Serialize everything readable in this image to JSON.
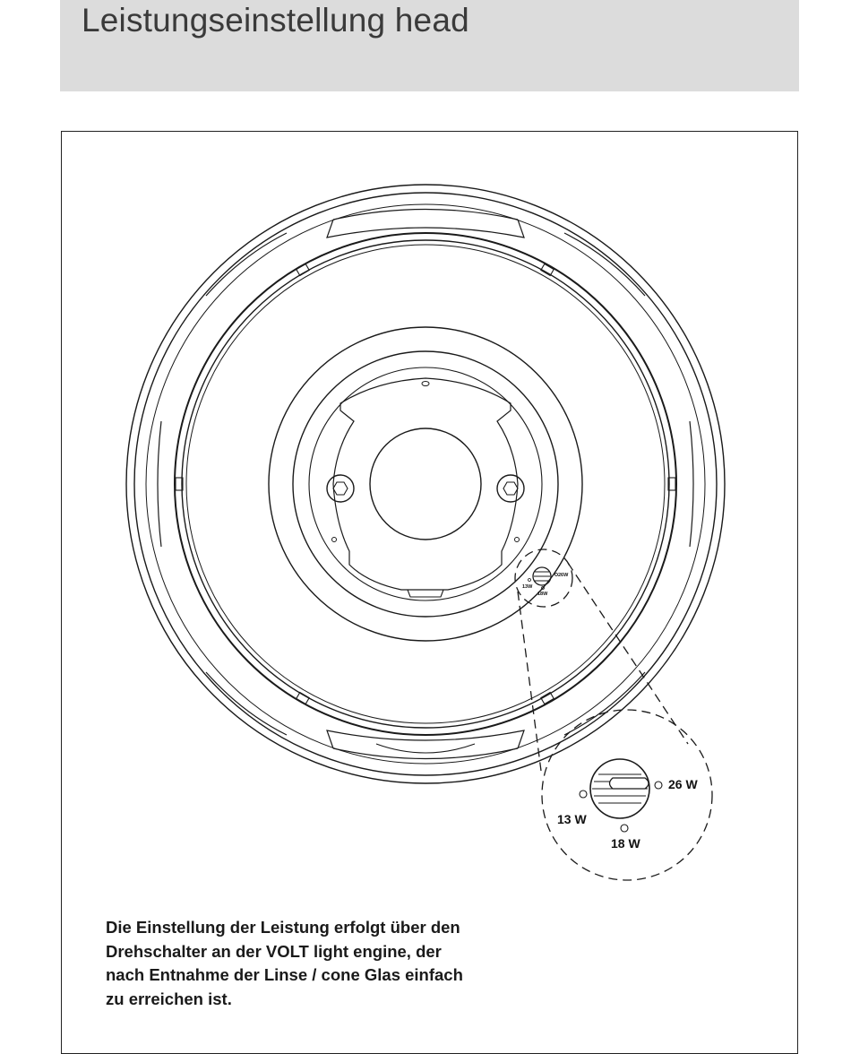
{
  "header": {
    "title": "Leistungseinstellung head"
  },
  "figure": {
    "detail_labels": {
      "w26": "26 W",
      "w13": "13 W",
      "w18": "18 W"
    },
    "mini_labels": {
      "w26": "26W",
      "w13": "13W",
      "w18": "18W"
    }
  },
  "caption": {
    "lines": [
      "Die Einstellung der Leistung erfolgt über den",
      "Drehschalter an der VOLT light engine, der",
      "nach Entnahme der Linse / cone Glas einfach",
      "zu erreichen ist."
    ]
  }
}
